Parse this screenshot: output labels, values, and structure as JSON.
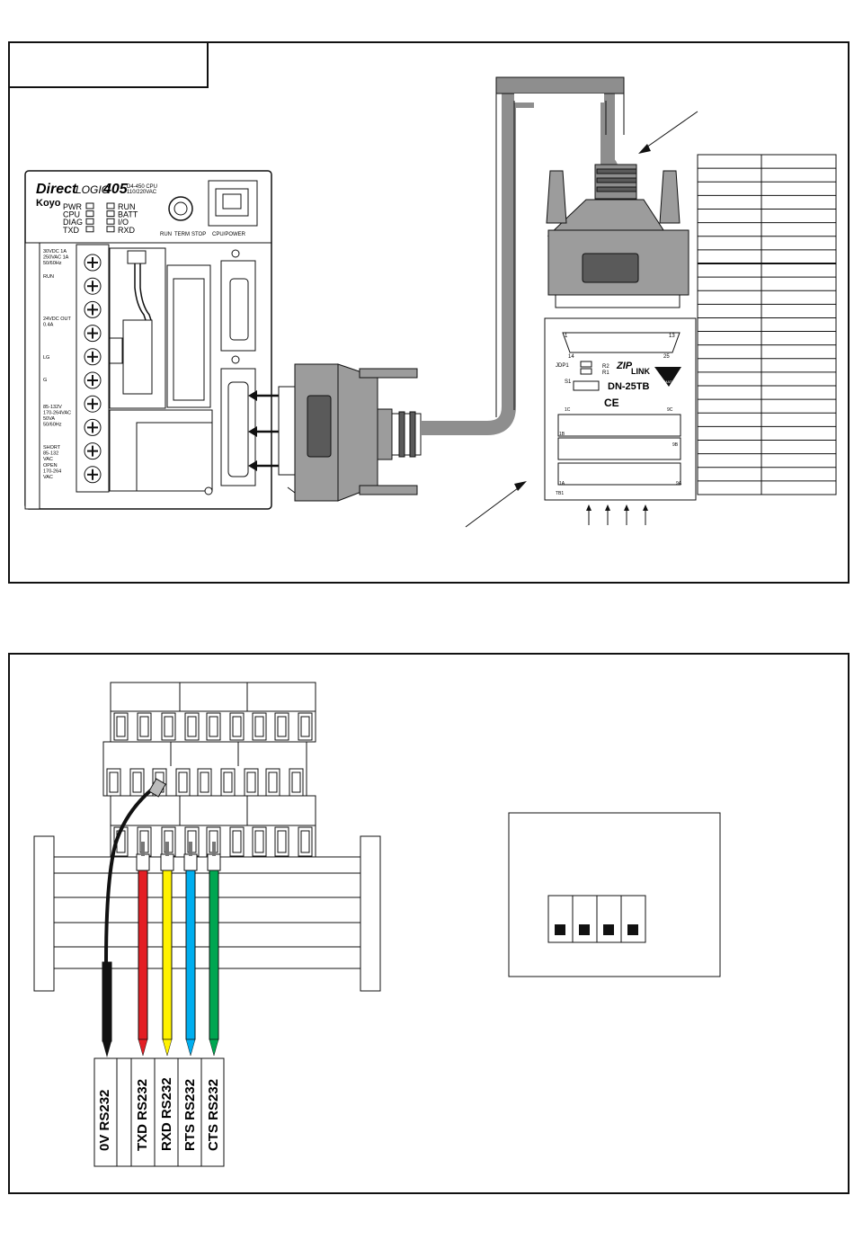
{
  "plc": {
    "brand": "Direct",
    "brand_suffix": "LOGIC",
    "model": "405",
    "cpu_line1": "D4-450 CPU",
    "cpu_line2": "110/220VAC",
    "maker": "Koyo",
    "leds_left": [
      "PWR",
      "CPU",
      "DIAG",
      "TXD"
    ],
    "leds_right": [
      "RUN",
      "BATT",
      "I/O",
      "RXD"
    ],
    "switch_positions": [
      "RUN",
      "TERM",
      "STOP"
    ],
    "port_label": "CPU/POWER",
    "terminals": [
      {
        "l1": "30VDC   1A",
        "l2": "250VAC  1A",
        "l3": "50/60Hz"
      },
      {
        "l1": "RUN"
      },
      {
        "l1": "24VDC OUT",
        "l2": "0.4A"
      },
      {
        "l1": "LG"
      },
      {
        "l1": "G"
      },
      {
        "l1": "85-132V",
        "l2": "170-264VAC",
        "l3": "50VA",
        "l4": "50/60Hz"
      },
      {
        "l1": "SHORT",
        "l2": "85-132",
        "l3": "VAC"
      },
      {
        "l1": "OPEN",
        "l2": "170-264",
        "l3": "VAC"
      }
    ]
  },
  "module": {
    "pin_1": "1",
    "pin_13": "13",
    "pin_14": "14",
    "pin_25": "25",
    "jumper": "JDP1",
    "r2": "R2",
    "r1": "R1",
    "s1": "S1",
    "brand": "ZIP",
    "brand2": "LINK",
    "model": "DN-25TB",
    "ce": "CE",
    "logo_text": "AUTOMATION DIRECT",
    "row_1c": "1C",
    "row_9c": "9C",
    "row_1b": "1B",
    "row_9b": "9B",
    "row_1a": "1A",
    "row_9a": "9A",
    "tb1": "TB1"
  },
  "signals": [
    {
      "name": "0V",
      "type": "RS232",
      "color": "#111111"
    },
    {
      "name": "TXD",
      "type": "RS232",
      "color": "#e31e24"
    },
    {
      "name": "RXD",
      "type": "RS232",
      "color": "#fff200"
    },
    {
      "name": "RTS",
      "type": "RS232",
      "color": "#00aeef"
    },
    {
      "name": "CTS",
      "type": "RS232",
      "color": "#00a651"
    }
  ],
  "pin_table_rows": 25,
  "dip_switch_count": 4,
  "colors": {
    "connector_gray": "#9c9c9c",
    "connector_dark": "#5a5a5a",
    "cable_gray": "#8e8e8e",
    "line": "#111111"
  }
}
